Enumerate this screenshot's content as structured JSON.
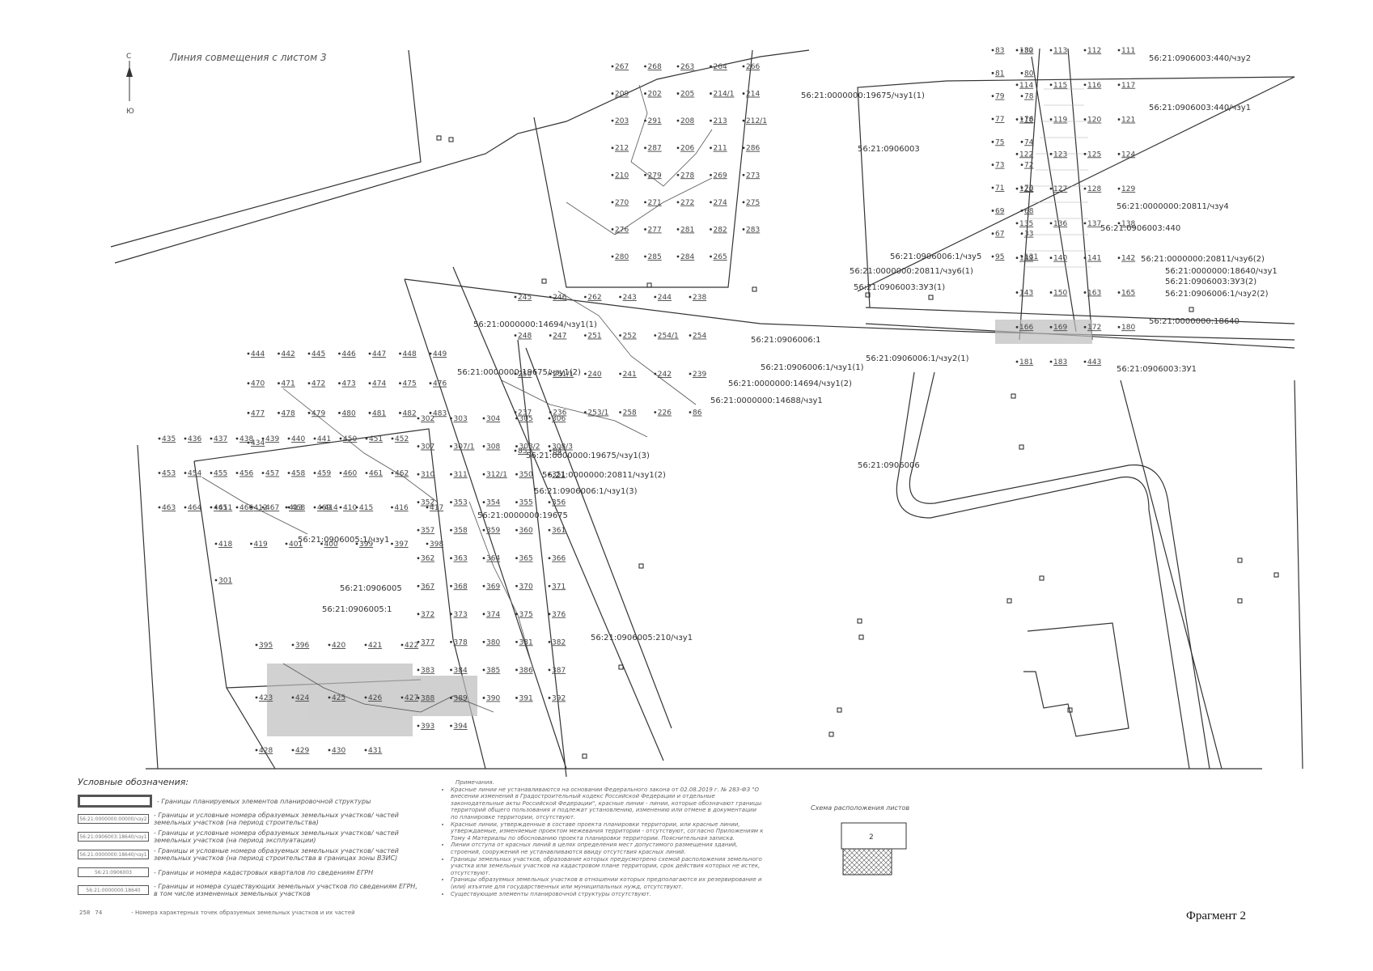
{
  "map": {
    "combine_line": "Линия совмещения с листом 3",
    "north": "С",
    "south": "Ю",
    "quarters": [
      "56:21:0906003",
      "56:21:0906005",
      "56:21:0906006"
    ],
    "parcels": [
      "56:21:0000000:19675/чзу1(1)",
      "56:21:0906003:440/чзу2",
      "56:21:0906003:440/чзу1",
      "56:21:0000000:20811/чзу4",
      "56:21:0906003:440",
      "56:21:0906006:1/чзу5",
      "56:21:0000000:20811/чзу6(2)",
      "56:21:0000000:20811/чзу6(1)",
      "56:21:0000000:18640/чзу1",
      "56:21:0906003:ЗУ3(1)",
      "56:21:0906003:ЗУ3(2)",
      "56:21:0906006:1/чзу2(2)",
      "56:21:0000000:18640",
      "56:21:0906006:1",
      "56:21:0906006:1/чзу1(1)",
      "56:21:0906006:1/чзу2(1)",
      "56:21:0906003:ЗУ1",
      "56:21:0906006:1/чзу2(2)",
      "56:21:0000000:14694/чзу1(1)",
      "56:21:0000000:19675/чзу1(2)",
      "56:21:0000000:14694/чзу1(2)",
      "56:21:0000000:14688/чзу1",
      "56:21:0000000:19675/чзу1(3)",
      "56:21:0000000:20811/чзу1(2)",
      "56:21:0906006:1/чзу1(3)",
      "56:21:0000000:19675",
      "56:21:0906005:1/чзу1",
      "56:21:0906005:1",
      "56:21:0906005:210/чзу1"
    ],
    "points": [
      "267",
      "268",
      "263",
      "264",
      "266",
      "209",
      "202",
      "205",
      "214/1",
      "214",
      "203",
      "291",
      "208",
      "213",
      "212/1",
      "212",
      "287",
      "206",
      "211",
      "286",
      "210",
      "279",
      "278",
      "269",
      "273",
      "270",
      "271",
      "272",
      "274",
      "275",
      "276",
      "277",
      "281",
      "282",
      "283",
      "280",
      "285",
      "284",
      "265",
      "245",
      "246",
      "262",
      "243",
      "244",
      "238",
      "248",
      "247",
      "251",
      "252",
      "254/1",
      "254",
      "250",
      "251/1",
      "240",
      "241",
      "242",
      "239",
      "237",
      "236",
      "253/1",
      "258",
      "226",
      "86",
      "85",
      "84",
      "83",
      "82",
      "81",
      "80",
      "79",
      "78",
      "77",
      "76",
      "75",
      "74",
      "73",
      "72",
      "71",
      "70",
      "69",
      "68",
      "67",
      "33",
      "95",
      "131",
      "130",
      "113",
      "112",
      "111",
      "114",
      "115",
      "116",
      "117",
      "118",
      "119",
      "120",
      "121",
      "122",
      "123",
      "125",
      "124",
      "126",
      "127",
      "128",
      "129",
      "135",
      "136",
      "137",
      "138",
      "139",
      "140",
      "141",
      "142",
      "143",
      "150",
      "163",
      "165",
      "166",
      "169",
      "172",
      "180",
      "181",
      "183",
      "443",
      "444",
      "442",
      "445",
      "446",
      "447",
      "448",
      "449",
      "470",
      "471",
      "472",
      "473",
      "474",
      "475",
      "476",
      "477",
      "478",
      "479",
      "480",
      "481",
      "482",
      "483",
      "434",
      "435",
      "436",
      "437",
      "438",
      "439",
      "440",
      "441",
      "450",
      "451",
      "452",
      "453",
      "454",
      "455",
      "456",
      "457",
      "458",
      "459",
      "460",
      "461",
      "462",
      "463",
      "464",
      "465",
      "466",
      "467",
      "468",
      "469",
      "410",
      "411",
      "412",
      "413",
      "414",
      "415",
      "416",
      "417",
      "418",
      "419",
      "401",
      "400",
      "399",
      "397",
      "398",
      "301",
      "302",
      "303",
      "304",
      "305",
      "306",
      "307",
      "307/1",
      "308",
      "308/2",
      "308/3",
      "310",
      "311",
      "312/1",
      "350",
      "351",
      "352",
      "353",
      "354",
      "355",
      "356",
      "357",
      "358",
      "359",
      "360",
      "361",
      "362",
      "363",
      "364",
      "365",
      "366",
      "367",
      "368",
      "369",
      "370",
      "371",
      "372",
      "373",
      "374",
      "375",
      "376",
      "377",
      "378",
      "380",
      "381",
      "382",
      "383",
      "384",
      "385",
      "386",
      "387",
      "388",
      "389",
      "390",
      "391",
      "392",
      "393",
      "394",
      "395",
      "396",
      "420",
      "421",
      "422",
      "423",
      "424",
      "425",
      "426",
      "427",
      "428",
      "429",
      "430",
      "431",
      "432",
      "433"
    ]
  },
  "legend": {
    "title": "Условные обозначения:",
    "items": [
      {
        "swatch": "",
        "text": "- Границы планируемых элементов планировочной структуры"
      },
      {
        "swatch": "56:21:0000000:00000/чзу2",
        "text": "- Границы и условные номера образуемых земельных участков/ частей земельных участков (на период строительства)"
      },
      {
        "swatch": "56:21:0906003:18640/чзу1",
        "text": "- Границы и условные номера образуемых земельных участков/ частей земельных участков (на период эксплуатации)"
      },
      {
        "swatch": "56:21:0000000:18640/чзу1",
        "text": "- Границы и условные номера образуемых земельных участков/ частей земельных участков (на период строительства в границах зоны ВЗИС)"
      },
      {
        "swatch": "56:21:0906003",
        "text": "- Границы и номера кадастровых кварталов по сведениям ЕГРН"
      },
      {
        "swatch": "56:21:0000000:18640",
        "text": "- Границы и номера существующих земельных участков по сведениям ЕГРН, в том числе измененных земельных участков"
      }
    ],
    "points_sample": [
      "258",
      "74"
    ],
    "points_text": "- Номера характерных точек образуемых земельных участков и их частей"
  },
  "notes": {
    "title": "Примечания.",
    "items": [
      "Красные линии не устанавливаются на основании Федерального закона от 02.08.2019 г. № 283-ФЗ \"О внесении изменений в Градостроительный кодекс Российской Федерации и отдельные законодательные акты Российской Федерации\", красные линии - линии, которые обозначают границы территорий общего пользования и подлежат установлению, изменению или отмене в документации по планировке территории, отсутствуют.",
      "Красные линии, утвержденные в составе проекта планировки территории, или красные линии, утверждаемые, изменяемые проектом межевания территории - отсутствуют, согласно Приложениям к Тому 4 Материалы по обоснованию проекта планировки территории. Пояснительная записка.",
      "Линии отступа от красных линий в целях определения мест допустимого размещения зданий, строений, сооружений не устанавливаются ввиду отсутствия красных линий.",
      "Границы земельных участков, образование которых предусмотрено схемой расположения земельного участка или земельных участков на кадастровом плане территории, срок действия которых не истек, отсутствуют.",
      "Границы образуемых земельных участков в отношении которых предполагаются их резервирование и (или) изъятие для государственных или муниципальных нужд, отсутствуют.",
      "Существующие элементы планировочной структуры отсутствуют."
    ]
  },
  "scheme": {
    "title": "Схема расположения листов",
    "sheet_number": "2"
  },
  "fragment": "Фрагмент 2"
}
